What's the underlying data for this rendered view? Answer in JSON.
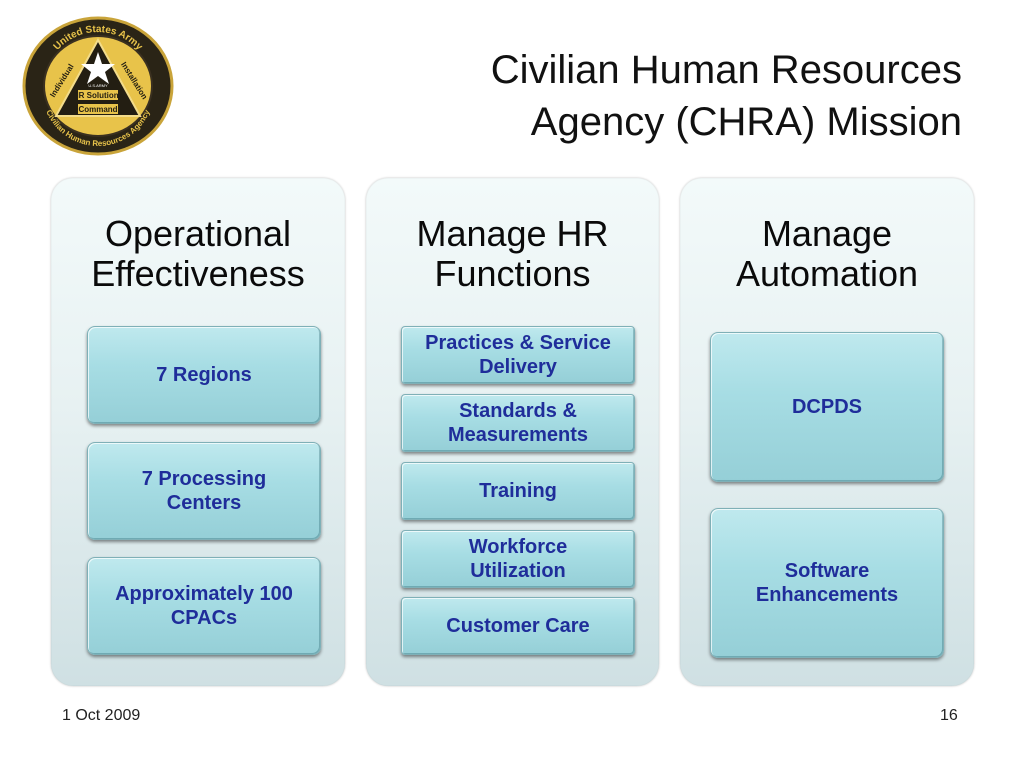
{
  "logo": {
    "arc_top": "United States Army",
    "left": "Individual",
    "right": "Installation",
    "center": "HR Solutions",
    "center2": "Command",
    "arc_bottom": "Civilian Human Resources Agency",
    "small": "U.S.ARMY"
  },
  "title": {
    "line1": "Civilian Human Resources",
    "line2": "Agency (CHRA) Mission"
  },
  "columns": [
    {
      "heading_line1": "Operational",
      "heading_line2": "Effectiveness",
      "items": [
        {
          "line1": "7 Regions",
          "line2": ""
        },
        {
          "line1": "7 Processing",
          "line2": "Centers"
        },
        {
          "line1": "Approximately 100",
          "line2": "CPACs"
        }
      ]
    },
    {
      "heading_line1": "Manage HR",
      "heading_line2": "Functions",
      "items": [
        {
          "line1": "Practices & Service",
          "line2": "Delivery"
        },
        {
          "line1": "Standards &",
          "line2": "Measurements"
        },
        {
          "line1": "Training",
          "line2": ""
        },
        {
          "line1": "Workforce",
          "line2": "Utilization"
        },
        {
          "line1": "Customer Care",
          "line2": ""
        }
      ]
    },
    {
      "heading_line1": "Manage",
      "heading_line2": "Automation",
      "items": [
        {
          "line1": "DCPDS",
          "line2": ""
        },
        {
          "line1": "Software",
          "line2": "Enhancements"
        }
      ]
    }
  ],
  "footer": {
    "date": "1 Oct 2009",
    "page": "16"
  },
  "colors": {
    "box_text": "#1f2d9a",
    "box_fill": "#a7dde4",
    "panel_fill": "#e7f1f2",
    "logo_gold": "#e8c34a",
    "logo_ring": "#2a2416"
  }
}
